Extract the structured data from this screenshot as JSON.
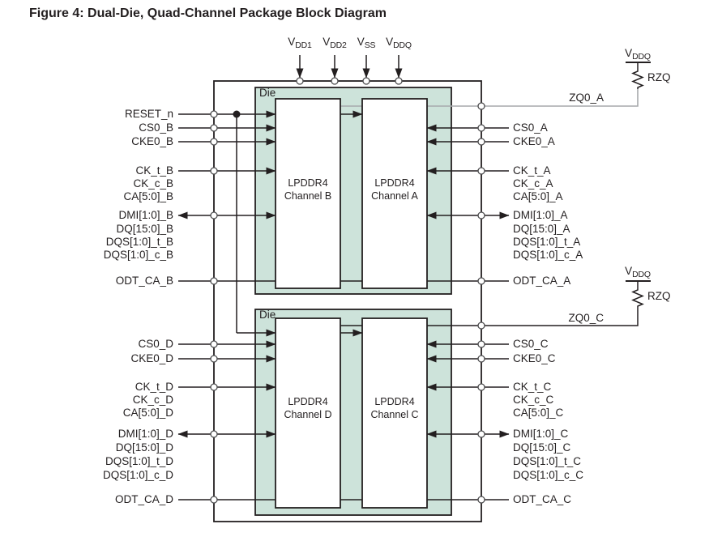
{
  "figure": {
    "title": "Figure 4: Dual-Die, Quad-Channel Package Block Diagram"
  },
  "power_pins": [
    {
      "base": "V",
      "sub": "DD1"
    },
    {
      "base": "V",
      "sub": "DD2"
    },
    {
      "base": "V",
      "sub": "SS"
    },
    {
      "base": "V",
      "sub": "DDQ"
    }
  ],
  "dies": {
    "top": {
      "label": "Die",
      "channel_left": {
        "line1": "LPDDR4",
        "line2": "Channel B"
      },
      "channel_right": {
        "line1": "LPDDR4",
        "line2": "Channel A"
      }
    },
    "bottom": {
      "label": "Die",
      "channel_left": {
        "line1": "LPDDR4",
        "line2": "Channel D"
      },
      "channel_right": {
        "line1": "LPDDR4",
        "line2": "Channel C"
      }
    }
  },
  "signals": {
    "left_top": [
      "RESET_n",
      "CS0_B",
      "CKE0_B",
      "CK_t_B",
      "CK_c_B",
      "CA[5:0]_B",
      "DMI[1:0]_B",
      "DQ[15:0]_B",
      "DQS[1:0]_t_B",
      "DQS[1:0]_c_B",
      "ODT_CA_B"
    ],
    "left_bottom": [
      "CS0_D",
      "CKE0_D",
      "CK_t_D",
      "CK_c_D",
      "CA[5:0]_D",
      "DMI[1:0]_D",
      "DQ[15:0]_D",
      "DQS[1:0]_t_D",
      "DQS[1:0]_c_D",
      "ODT_CA_D"
    ],
    "right_top": [
      "ZQ0_A",
      "CS0_A",
      "CKE0_A",
      "CK_t_A",
      "CK_c_A",
      "CA[5:0]_A",
      "DMI[1:0]_A",
      "DQ[15:0]_A",
      "DQS[1:0]_t_A",
      "DQS[1:0]_c_A",
      "ODT_CA_A"
    ],
    "right_bottom": [
      "ZQ0_C",
      "CS0_C",
      "CKE0_C",
      "CK_t_C",
      "CK_c_C",
      "CA[5:0]_C",
      "DMI[1:0]_C",
      "DQ[15:0]_C",
      "DQS[1:0]_t_C",
      "DQS[1:0]_c_C",
      "ODT_CA_C"
    ]
  },
  "resistors": {
    "top": {
      "power": {
        "base": "V",
        "sub": "DDQ"
      },
      "label": "RZQ"
    },
    "bottom": {
      "power": {
        "base": "V",
        "sub": "DDQ"
      },
      "label": "RZQ"
    }
  },
  "colors": {
    "die_fill": "#cde3da",
    "zq_gray": "#a7a9ac",
    "line": "#231f20"
  }
}
